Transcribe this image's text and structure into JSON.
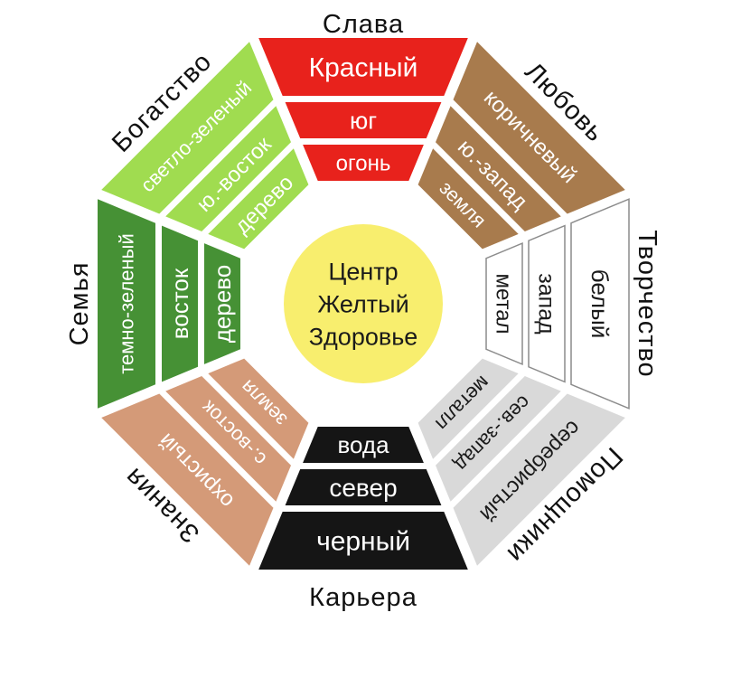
{
  "diagram": {
    "type": "feng-shui-bagua-octagon",
    "center": {
      "line1": "Центр",
      "line2": "Желтый",
      "line3": "Здоровье",
      "fill": "#f8ee6e",
      "text": "#1a1a1a"
    },
    "sectors": {
      "fame": {
        "label": "Слава",
        "color_name": "Красный",
        "direction": "юг",
        "element": "огонь",
        "fill": "#e8221c",
        "text": "#ffffff"
      },
      "love": {
        "label": "Любовь",
        "color_name": "коричневый",
        "direction": "ю.-запад",
        "element": "земля",
        "fill": "#a87b4d",
        "text": "#ffffff"
      },
      "creativity": {
        "label": "Творчество",
        "color_name": "белый",
        "direction": "запад",
        "element": "метал",
        "fill": "#ffffff",
        "text": "#1a1a1a"
      },
      "helpers": {
        "label": "Помощники",
        "color_name": "серебристый",
        "direction": "сев.-запад",
        "element": "металл",
        "fill": "#d9d9d9",
        "text": "#1a1a1a"
      },
      "career": {
        "label": "Карьера",
        "color_name": "черный",
        "direction": "север",
        "element": "вода",
        "fill": "#151515",
        "text": "#ffffff"
      },
      "knowledge": {
        "label": "Знания",
        "color_name": "охристый",
        "direction": "с.-восток",
        "element": "земля",
        "fill": "#d49a78",
        "text": "#ffffff"
      },
      "family": {
        "label": "Семья",
        "color_name": "темно-зеленый",
        "direction": "восток",
        "element": "дерево",
        "fill": "#469135",
        "text": "#ffffff"
      },
      "wealth": {
        "label": "Богатство",
        "color_name": "светло-зеленый",
        "direction": "ю.-восток",
        "element": "дерево",
        "fill": "#a0dc50",
        "text": "#ffffff"
      }
    }
  }
}
